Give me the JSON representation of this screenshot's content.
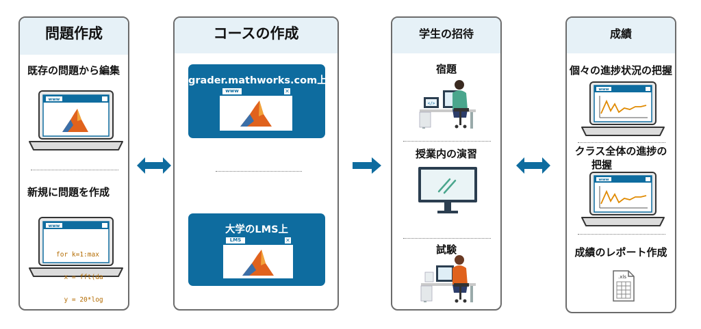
{
  "panels": {
    "create_problem": {
      "title": "問題作成",
      "existing_label": "既存の問題から編集",
      "new_label": "新規に問題を作成",
      "window_tag": "www",
      "code_lines": [
        "for k=1:max",
        "  x = fft(da",
        "  y = 20*log"
      ]
    },
    "create_course": {
      "title": "コースの作成",
      "grader_label": "grader.mathworks.com上",
      "lms_label": "大学のLMS上",
      "window_tag": "www",
      "lms_tag": "LMS"
    },
    "invite_students": {
      "title": "学生の招待",
      "homework_label": "宿題",
      "exercise_label": "授業内の演習",
      "exam_label": "試験"
    },
    "grades": {
      "title": "成績",
      "individual_label": "個々の進捗状況の把握",
      "class_label_line1": "クラス全体の進捗の",
      "class_label_line2": "把握",
      "report_label": "成績のレポート作成",
      "window_tag": "www",
      "file_ext": ".xls"
    }
  },
  "colors": {
    "accent": "#0e6c9f",
    "panel_header": "#e6f1f7",
    "chart_line": "#e08a00",
    "matlab_orange": "#e0621d"
  }
}
